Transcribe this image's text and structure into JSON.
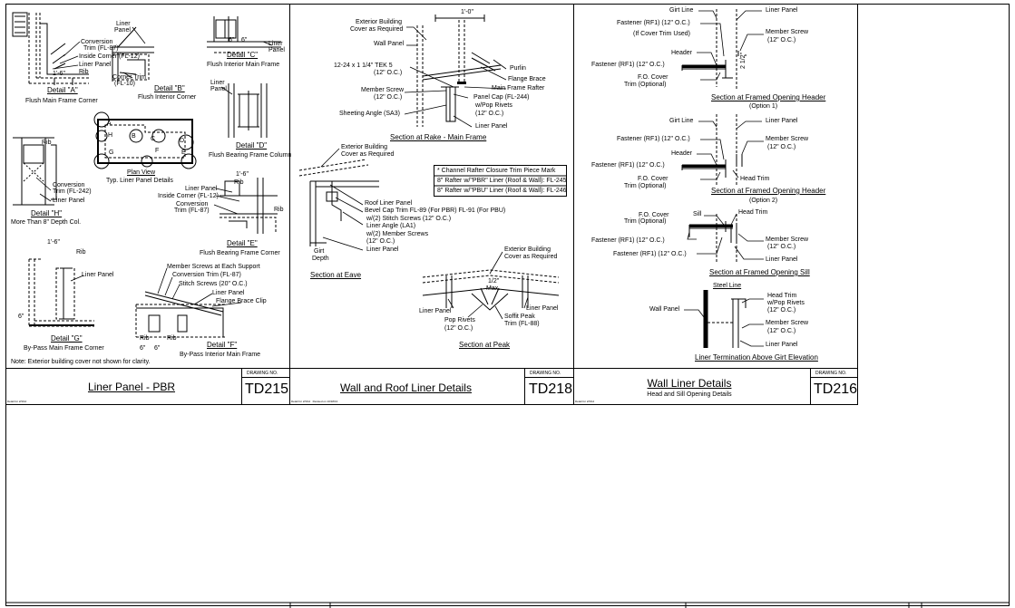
{
  "panels": {
    "pbr": {
      "title": "Liner Panel - PBR",
      "drawing_no_label": "DRAWING NO.",
      "drawing_no": "TD215",
      "note": "Note: Exterior building cover not shown for clarity.",
      "small_print": "Detail for 2/3/12",
      "detail_a": {
        "title": "Detail \"A\"",
        "caption": "Flush Main Frame Corner",
        "labels": [
          "Conversion",
          "Trim (FL-87)",
          "Inside Corner (FL-12)",
          "Liner Panel",
          "Rib",
          "1'-6\""
        ]
      },
      "detail_b": {
        "title": "Detail \"B\"",
        "caption": "Flush Interior Corner",
        "labels": [
          "Liner",
          "Panel",
          "Corner Trim",
          "(FL-10)"
        ]
      },
      "detail_c": {
        "title": "Detail \"C\"",
        "caption": "Flush Interior Main Frame",
        "labels": [
          "6\"",
          "6\"",
          "Liner",
          "Panel"
        ]
      },
      "detail_d": {
        "title": "Detail \"D\"",
        "caption": "Flush Bearing Frame Column",
        "labels": [
          "Liner",
          "Panel"
        ]
      },
      "plan_view": {
        "title": "Plan View",
        "caption": "Typ. Liner Panel Details",
        "letters": [
          "A",
          "B",
          "C",
          "D",
          "E",
          "F",
          "G",
          "H"
        ]
      },
      "detail_e": {
        "title": "Detail \"E\"",
        "caption": "Flush Bearing Frame Corner",
        "labels": [
          "1'-6\"",
          "Rib",
          "Liner Panel",
          "Inside Corner (FL-12)",
          "Conversion",
          "Trim (FL-87)",
          "Rib"
        ]
      },
      "detail_h": {
        "title": "Detail \"H\"",
        "caption": "More Than 8\" Depth Col.",
        "labels": [
          "Rib",
          "Conversion",
          "Trim (FL-242)",
          "Liner Panel"
        ]
      },
      "detail_g": {
        "title": "Detail \"G\"",
        "caption": "By-Pass Main Frame Corner",
        "labels": [
          "1'-6\"",
          "Rib",
          "Liner Panel",
          "6\""
        ]
      },
      "detail_f": {
        "title": "Detail \"F\"",
        "caption": "By-Pass Interior Main Frame",
        "labels": [
          "Member Screws at Each Support",
          "Conversion Trim (FL-87)",
          "Stitch Screws (20\" O.C.)",
          "Liner Panel",
          "Flange Brace Clip",
          "Rib",
          "Rib",
          "6\"",
          "6\""
        ]
      }
    },
    "wall_roof": {
      "title": "Wall and Roof Liner Details",
      "drawing_no_label": "DRAWING NO.",
      "drawing_no": "TD218",
      "small_print": "Detail for 2/3/12   Revised on 10/18/13",
      "rake": {
        "title": "Section at Rake - Main Frame",
        "labels": [
          "1'-0\"",
          "Exterior Building",
          "Cover as Required",
          "Wall Panel",
          "12-24 x 1 1/4\" TEK 5",
          "(12\" O.C.)",
          "Purlin",
          "Flange Brace",
          "Main Frame Rafter",
          "Member Screw",
          "(12\" O.C.)",
          "Panel Cap (FL-244)",
          "w/Pop Rivets",
          "(12\" O.C.)",
          "Sheeting Angle (SA3)",
          "Liner Panel"
        ]
      },
      "eave": {
        "title": "Section at Eave",
        "labels": [
          "Exterior Building",
          "Cover as Required",
          "Roof Liner Panel",
          "Bevel Cap Trim FL-89 (For PBR) FL-91 (For PBU)",
          "w/(2) Stitch Screws (12\" O.C.)",
          "Liner Angle (LA1)",
          "w/(2) Member Screws",
          "(12\" O.C.)",
          "Liner Panel",
          "Girt",
          "Depth"
        ]
      },
      "note_box": [
        "* Channel Rafter Closure Trim Piece Mark",
        "8\" Rafter w/\"PBR\" Liner (Roof & Wall): FL-245",
        "8\" Rafter w/\"PBU\" Liner (Roof & Wall): FL-246"
      ],
      "peak": {
        "title": "Section at Peak",
        "labels": [
          "Exterior Building",
          "Cover as Required",
          "1/2\"",
          "Max.",
          "Liner Panel",
          "Liner Panel",
          "Pop Rivets",
          "(12\" O.C.)",
          "Soffit Peak",
          "Trim (FL-88)"
        ]
      }
    },
    "wall_liner": {
      "title": "Wall Liner Details",
      "subtitle": "Head and Sill Opening Details",
      "drawing_no_label": "DRAWING NO.",
      "drawing_no": "TD216",
      "small_print": "Detail for 2/3/12",
      "header1": {
        "title": "Section at Framed Opening Header",
        "option": "(Option 1)",
        "labels": [
          "Girt Line",
          "Liner Panel",
          "Fastener (RF1) (12\" O.C.)",
          "(If Cover Trim Used)",
          "Member Screw",
          "(12\" O.C.)",
          "Header",
          "Fastener (RF1) (12\" O.C.)",
          "F.O. Cover",
          "Trim (Optional)",
          "2 1/2\""
        ]
      },
      "header2": {
        "title": "Section at Framed Opening Header",
        "option": "(Option 2)",
        "labels": [
          "Girt Line",
          "Liner Panel",
          "Fastener (RF1) (12\" O.C.)",
          "Member Screw",
          "(12\" O.C.)",
          "Header",
          "Fastener (RF1) (12\" O.C.)",
          "F.O. Cover",
          "Trim (Optional)",
          "Head Trim"
        ]
      },
      "sill": {
        "title": "Section at Framed Opening Sill",
        "labels": [
          "F.O. Cover",
          "Trim (Optional)",
          "Sill",
          "Head Trim",
          "Fastener (RF1) (12\" O.C.)",
          "Member Screw",
          "(12\" O.C.)",
          "Fastener (RF1) (12\" O.C.)",
          "Liner Panel"
        ]
      },
      "termination": {
        "title": "Liner Termination Above Girt Elevation",
        "labels": [
          "Steel Line",
          "Wall Panel",
          "Head Trim",
          "w/Pop Rivets",
          "(12\" O.C.)",
          "Member Screw",
          "(12\" O.C.)",
          "Liner Panel"
        ]
      }
    }
  }
}
